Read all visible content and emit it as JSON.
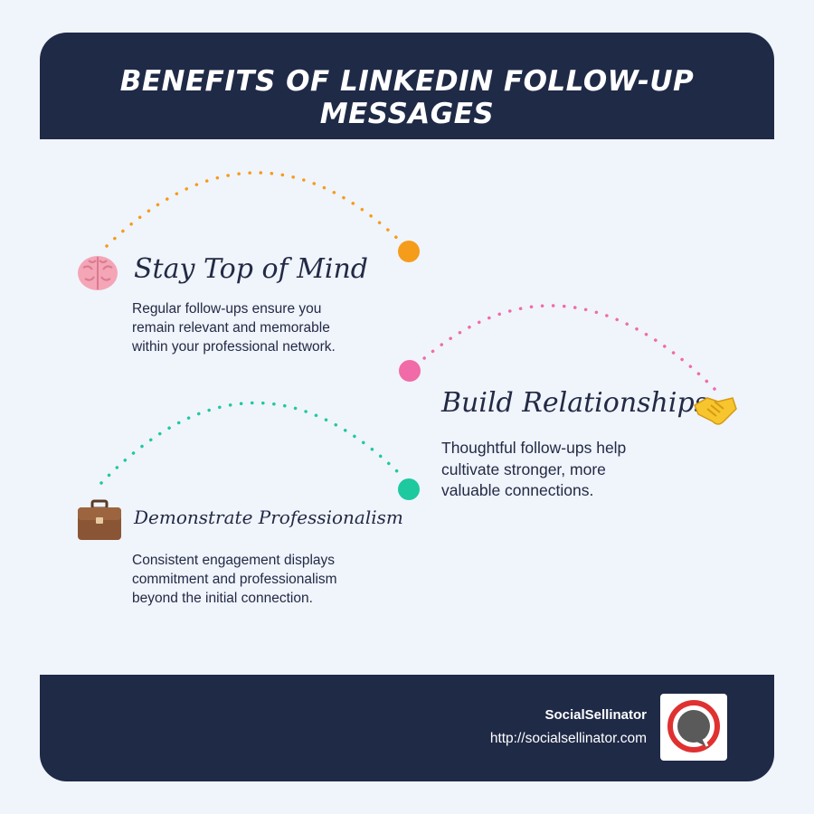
{
  "header": {
    "title": "BENEFITS OF LINKEDIN FOLLOW-UP MESSAGES"
  },
  "benefits": [
    {
      "title": "Stay Top of Mind",
      "icon": "brain-icon",
      "accent": "#f59c1a",
      "lines": [
        "Regular follow-ups ensure you",
        "remain relevant and memorable",
        "within your professional network."
      ]
    },
    {
      "title": "Build Relationships",
      "icon": "handshake-icon",
      "accent": "#f06ba8",
      "lines": [
        "Thoughtful follow-ups help",
        "cultivate stronger, more",
        "valuable connections."
      ]
    },
    {
      "title": "Demonstrate Professionalism",
      "icon": "briefcase-icon",
      "accent": "#1ec9a0",
      "lines": [
        "Consistent engagement displays",
        "commitment and professionalism",
        "beyond the initial connection."
      ]
    }
  ],
  "footer": {
    "brand": "SocialSellinator",
    "url": "http://socialsellinator.com",
    "logo": "socialsellinator-logo-icon"
  },
  "colors": {
    "navy": "#1f2a47",
    "background": "#f0f4fb",
    "logo_red": "#e03131",
    "logo_gray": "#5a5a5a"
  }
}
